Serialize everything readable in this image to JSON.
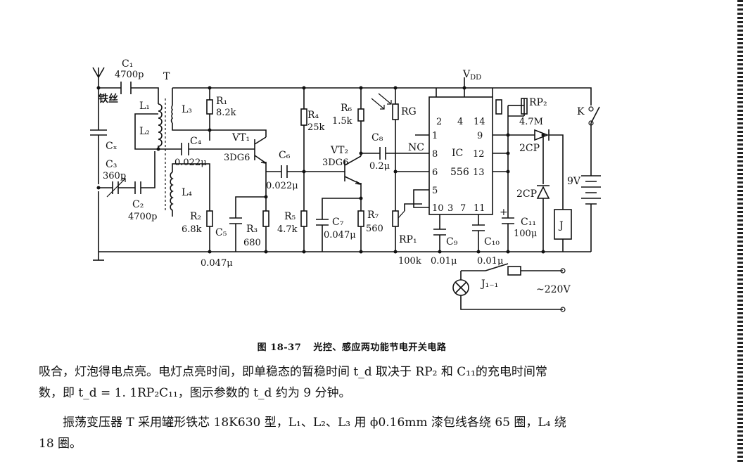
{
  "diagram": {
    "labels": {
      "C1": "C₁",
      "C1v": "4700p",
      "T": "T",
      "antenna_wire": "铁丝",
      "L1": "L₁",
      "L2": "L₂",
      "L3": "L₃",
      "L4": "L₄",
      "R1": "R₁",
      "R1v": "8.2k",
      "C4": "C₄",
      "C4v": "0.022μ",
      "VT1": "VT₁",
      "VT1t": "3DG6",
      "CX": "Cₓ",
      "C3": "C₃",
      "C3v": "360p",
      "C2": "C₂",
      "C2v": "4700p",
      "R2": "R₂",
      "R2v": "6.8k",
      "C5": "C₅",
      "C5v": "0.047μ",
      "R3": "R₃",
      "R3v": "680",
      "C6": "C₆",
      "C6v": "0.022μ",
      "R4": "R₄",
      "R4v": "25k",
      "R5": "R₅",
      "R5v": "4.7k",
      "R6": "R₆",
      "R6v": "1.5k",
      "VT2": "VT₂",
      "VT2t": "3DG6",
      "C7": "C₇",
      "C7v": "0.047μ",
      "R7": "R₇",
      "R7v": "560",
      "C8": "C₈",
      "C8v": "0.2μ",
      "RG": "RG",
      "NC": "NC",
      "IC": "IC",
      "IC556": "556",
      "pin1": "1",
      "pin2": "2",
      "pin4": "4",
      "pin14": "14",
      "pin9": "9",
      "pin8": "8",
      "pin12": "12",
      "pin6": "6",
      "pin13": "13",
      "pin5": "5",
      "pin10": "10",
      "pin3": "3",
      "pin7": "7",
      "pin11": "11",
      "VDD": "V_DD",
      "RP2": "RP₂",
      "RP2v": "4.7M",
      "K": "K",
      "D1": "2CP",
      "D2": "2CP",
      "V9": "9V",
      "RP1": "RP₁",
      "RP1v": "100k",
      "C9": "C₉",
      "C9v": "0.01μ",
      "C10": "C₁₀",
      "C10v": "0.01μ",
      "C11": "C₁₁",
      "C11v": "100μ",
      "plus": "+",
      "J": "J",
      "J11": "J₁₋₁",
      "AC": "~220V"
    }
  },
  "caption": {
    "number": "图 18-37",
    "title": "光控、感应两功能节电开关电路"
  },
  "paragraphs": [
    "吸合，灯泡得电点亮。电灯点亮时间，即单稳态的暂稳时间 t_d 取决于 RP₂ 和 C₁₁的充电时间常",
    "数，即 t_d = 1. 1RP₂C₁₁，图示参数的 t_d 约为 9 分钟。",
    "振荡变压器 T 采用罐形铁芯 18K630 型，L₁、L₂、L₃ 用 ϕ0.16mm 漆包线各绕 65 圈，L₄ 绕",
    "18 圈。"
  ]
}
